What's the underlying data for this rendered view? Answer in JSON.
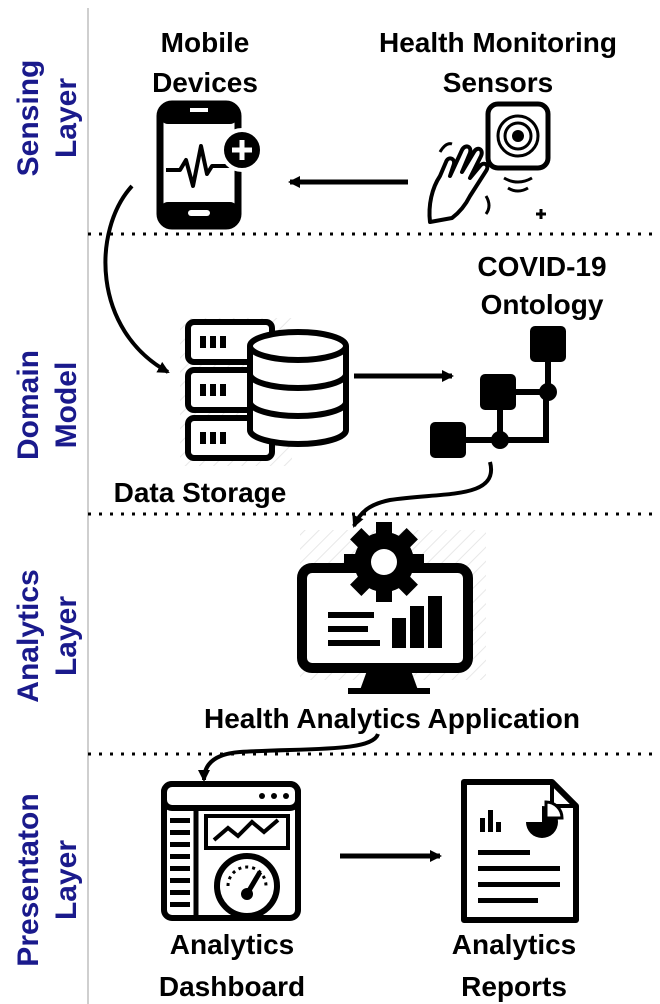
{
  "layers": [
    {
      "line1": "Sensing",
      "line2": "Layer"
    },
    {
      "line1": "Domain",
      "line2": "Model"
    },
    {
      "line1": "Analytics",
      "line2": "Layer"
    },
    {
      "line1": "Presentaton",
      "line2": "Layer"
    }
  ],
  "nodes": {
    "mobile": {
      "line1": "Mobile",
      "line2": "Devices"
    },
    "sensors": {
      "line1": "Health Monitoring",
      "line2": "Sensors"
    },
    "ontology": {
      "line1": "COVID-19",
      "line2": "Ontology"
    },
    "storage": {
      "label": "Data Storage"
    },
    "app": {
      "label": "Health Analytics Application"
    },
    "dashboard": {
      "line1": "Analytics",
      "line2": "Dashboard"
    },
    "reports": {
      "line1": "Analytics",
      "line2": "Reports"
    }
  },
  "colors": {
    "layer_label": "#1a1a8c",
    "ink": "#000000"
  }
}
